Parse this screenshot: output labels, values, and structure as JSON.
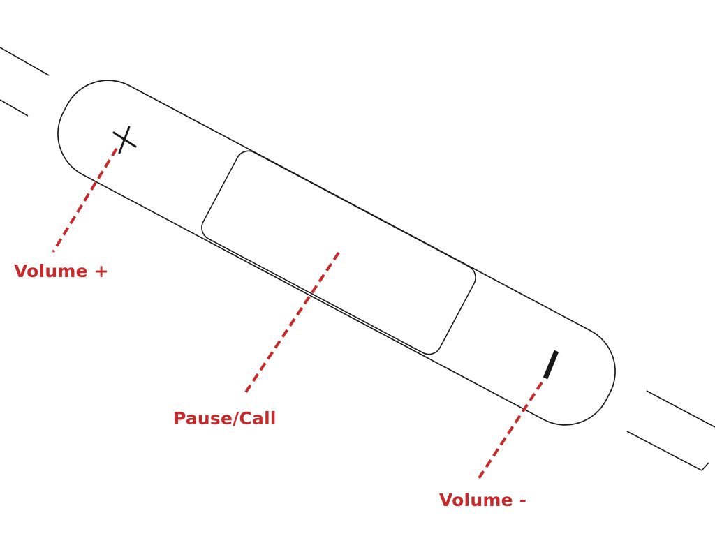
{
  "diagram": {
    "callouts": [
      {
        "id": "volume-up",
        "label": "Volume +"
      },
      {
        "id": "pause-call",
        "label": "Pause/Call"
      },
      {
        "id": "volume-down",
        "label": "Volume -"
      }
    ],
    "colors": {
      "callout": "#c62a2a",
      "outline": "#1a1a1a",
      "background": "#ffffff"
    },
    "icons": {
      "plus": "plus-icon",
      "minus": "minus-icon"
    }
  }
}
